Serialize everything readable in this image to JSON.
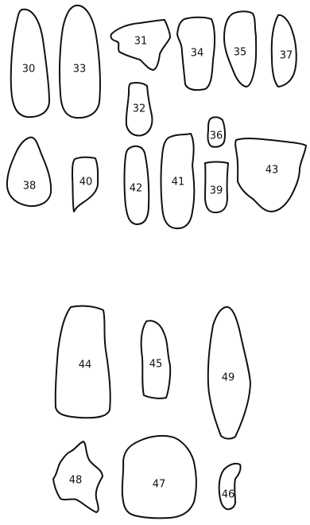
{
  "colors": {
    "outline": "#111111",
    "background": "#ffffff"
  },
  "pieces": [
    {
      "id": "p30",
      "label": "30"
    },
    {
      "id": "p33",
      "label": "33"
    },
    {
      "id": "p31",
      "label": "31"
    },
    {
      "id": "p34",
      "label": "34"
    },
    {
      "id": "p35",
      "label": "35"
    },
    {
      "id": "p37",
      "label": "37"
    },
    {
      "id": "p32",
      "label": "32"
    },
    {
      "id": "p36",
      "label": "36"
    },
    {
      "id": "p38",
      "label": "38"
    },
    {
      "id": "p40",
      "label": "40"
    },
    {
      "id": "p42",
      "label": "42"
    },
    {
      "id": "p41",
      "label": "41"
    },
    {
      "id": "p39",
      "label": "39"
    },
    {
      "id": "p43",
      "label": "43"
    },
    {
      "id": "p44",
      "label": "44"
    },
    {
      "id": "p45",
      "label": "45"
    },
    {
      "id": "p49",
      "label": "49"
    },
    {
      "id": "p48",
      "label": "48"
    },
    {
      "id": "p47",
      "label": "47"
    },
    {
      "id": "p46",
      "label": "46"
    }
  ]
}
